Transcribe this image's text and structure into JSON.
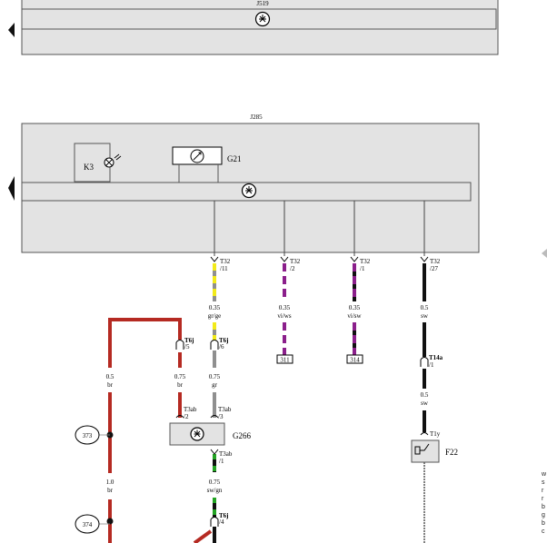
{
  "components": {
    "j519": {
      "label": "J519"
    },
    "j285": {
      "label": "J285"
    },
    "k3": {
      "label": "K3"
    },
    "g21": {
      "label": "G21"
    },
    "g266": {
      "label": "G266"
    },
    "f22": {
      "label": "F22"
    }
  },
  "connectors": {
    "t32_11": {
      "name": "T32",
      "pin": "/11"
    },
    "t32_2": {
      "name": "T32",
      "pin": "/2"
    },
    "t32_1": {
      "name": "T32",
      "pin": "/1"
    },
    "t32_27": {
      "name": "T32",
      "pin": "/27"
    },
    "t6j_5": {
      "name": "T6j",
      "pin": "/5"
    },
    "t6j_6": {
      "name": "T6j",
      "pin": "/6"
    },
    "t14a_1": {
      "name": "T14a",
      "pin": "/1"
    },
    "t3ab_2": {
      "name": "T3ab",
      "pin": "/2"
    },
    "t3ab_3": {
      "name": "T3ab",
      "pin": "/3"
    },
    "t3ab_1": {
      "name": "T3ab",
      "pin": "/1"
    },
    "t1y": {
      "name": "T1y",
      "pin": ""
    },
    "t6j_4": {
      "name": "T6j",
      "pin": "/4"
    }
  },
  "wires": {
    "w1": {
      "size": "0.35",
      "color": "gr/ge"
    },
    "w2": {
      "size": "0.35",
      "color": "vi/ws"
    },
    "w3": {
      "size": "0.35",
      "color": "vi/sw"
    },
    "w4": {
      "size": "0.5",
      "color": "sw"
    },
    "w5": {
      "size": "0.5",
      "color": "br"
    },
    "w6": {
      "size": "0.75",
      "color": "br"
    },
    "w7": {
      "size": "0.75",
      "color": "gr"
    },
    "w8": {
      "size": "0.5",
      "color": "sw"
    },
    "w9": {
      "size": "1.0",
      "color": "br"
    },
    "w10": {
      "size": "0.75",
      "color": "sw/gn"
    }
  },
  "refs": {
    "r311": "311",
    "r314": "314",
    "r373": "373",
    "r374": "374"
  },
  "side_letters": [
    "w",
    "s",
    "r",
    "r",
    "b",
    "g",
    "b",
    "c"
  ],
  "colors": {
    "housing": "#e3e3e3",
    "wire_red": "#b52a22",
    "wire_black": "#111111",
    "wire_grey": "#8f8f8f",
    "wire_yellow": "#f2ea1a",
    "wire_violet": "#8b1f8b",
    "wire_green": "#23a323"
  }
}
